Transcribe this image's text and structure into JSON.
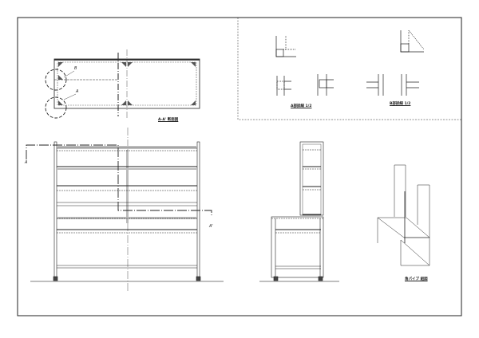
{
  "drawing": {
    "plan_title": "A-A' 断面図",
    "detail_a_title": "A部詳細 1/2",
    "detail_b_title": "B部詳細 1/2",
    "pipe_title": "角パイプ 組図",
    "marker_a": "A",
    "marker_a_prime": "A'",
    "marker_b": "B",
    "plan_marker_a": "A",
    "plan_marker_b": "B"
  },
  "colors": {
    "line": "#222222",
    "shade": "#b0b0b0"
  }
}
